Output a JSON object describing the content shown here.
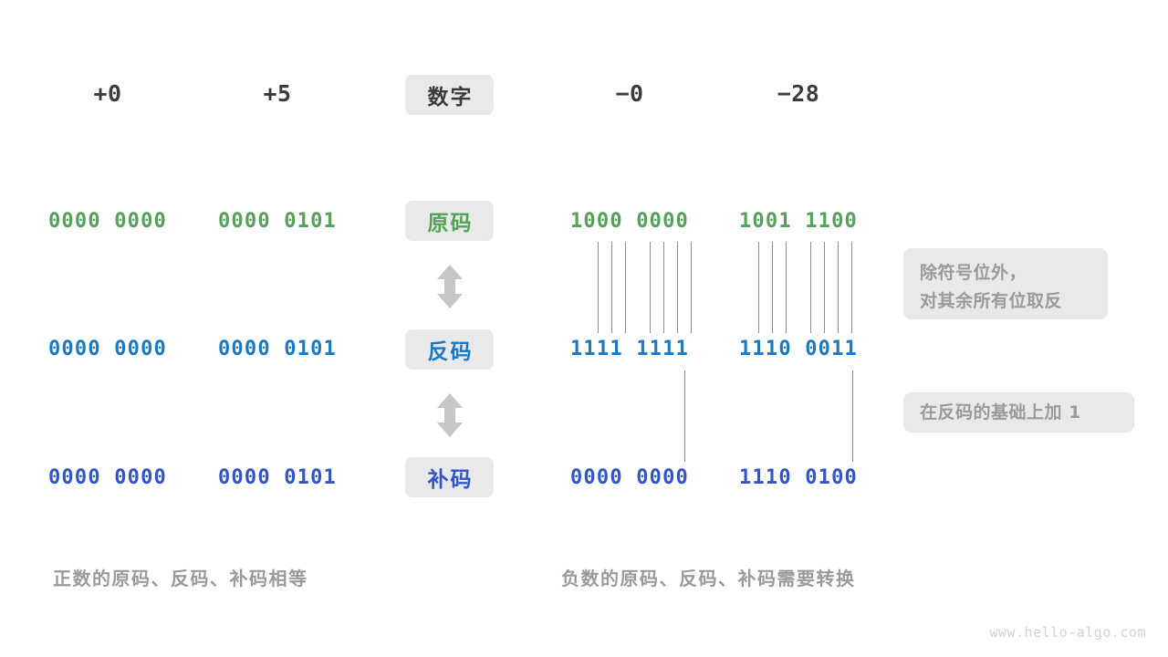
{
  "figure": {
    "watermark": "www.hello-algo.com",
    "colors": {
      "original_code": "#55a05a",
      "ones_complement": "#1a79c4",
      "twos_complement": "#3253cc",
      "badge_background": "#e9e9e9",
      "note_text": "#9a9a9a",
      "connector_line": "#8c8c8c",
      "arrow": "#c6c6c6",
      "background": "#ffffff"
    }
  },
  "columns": {
    "header_label": "数字",
    "positive": [
      {
        "number": "+0"
      },
      {
        "number": "+5"
      }
    ],
    "negative": [
      {
        "number": "−0"
      },
      {
        "number": "−28"
      }
    ]
  },
  "rows": [
    {
      "label": "原码",
      "positive_values": [
        "0000 0000",
        "0000 0101"
      ],
      "negative_values": [
        "1000 0000",
        "1001 1100"
      ]
    },
    {
      "label": "反码",
      "positive_values": [
        "0000 0000",
        "0000 0101"
      ],
      "negative_values": [
        "1111 1111",
        "1110 0011"
      ]
    },
    {
      "label": "补码",
      "positive_values": [
        "0000 0000",
        "0000 0101"
      ],
      "negative_values": [
        "0000 0000",
        "1110 0100"
      ]
    }
  ],
  "notes": [
    {
      "line1": "除符号位外，",
      "line2": "对其余所有位取反"
    },
    {
      "line1": "在反码的基础上加 1",
      "line2": ""
    }
  ],
  "captions": {
    "left": "正数的原码、反码、补码相等",
    "right": "负数的原码、反码、补码需要转换"
  }
}
